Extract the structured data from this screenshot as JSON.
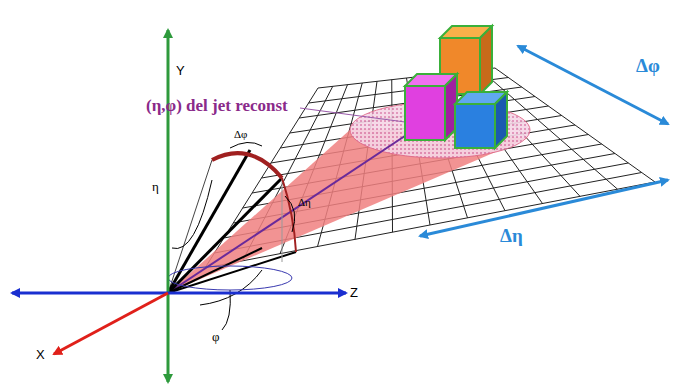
{
  "diagram": {
    "labels": [
      "(η,φ) del jet reconst",
      "Δφ",
      "Δη",
      "Y",
      "Z",
      "X",
      "η",
      "Δφ",
      "Δη",
      "φ"
    ]
  }
}
